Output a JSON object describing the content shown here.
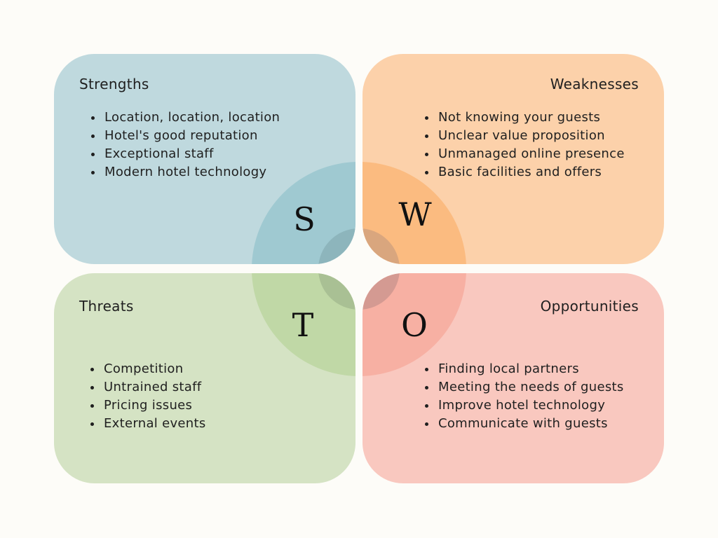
{
  "quadrants": {
    "strengths": {
      "title": "Strengths",
      "letter": "S",
      "color": "#bfd9de",
      "items": [
        "Location, location, location",
        "Hotel's good reputation",
        "Exceptional staff",
        "Modern hotel technology"
      ]
    },
    "weaknesses": {
      "title": "Weaknesses",
      "letter": "W",
      "color": "#fcd1aa",
      "items": [
        "Not knowing your guests",
        "Unclear value proposition",
        "Unmanaged online presence",
        "Basic facilities and offers"
      ]
    },
    "threats": {
      "title": "Threats",
      "letter": "T",
      "color": "#d5e3c4",
      "items": [
        "Competition",
        "Untrained staff",
        "Pricing issues",
        "External events"
      ]
    },
    "opportunities": {
      "title": "Opportunities",
      "letter": "O",
      "color": "#f9c8bf",
      "items": [
        "Finding local partners",
        "Meeting the needs of guests",
        "Improve hotel technology",
        "Communicate with guests"
      ]
    }
  }
}
